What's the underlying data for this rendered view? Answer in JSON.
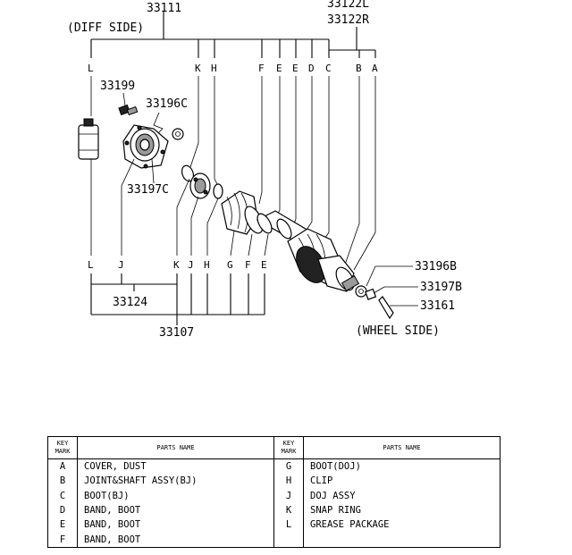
{
  "callouts": {
    "c33111": "33111",
    "diff_side": "(DIFF SIDE)",
    "c33122l": "33122L",
    "c33122r": "33122R",
    "c33199": "33199",
    "c33196c": "33196C",
    "c33197c": "33197C",
    "c33124": "33124",
    "c33107": "33107",
    "c33196b": "33196B",
    "c33197b": "33197B",
    "c33161": "33161",
    "wheel_side": "(WHEEL SIDE)"
  },
  "top_letters": [
    "L",
    "K",
    "H",
    "F",
    "E",
    "E",
    "D",
    "C",
    "B",
    "A"
  ],
  "bottom_letters": [
    "L",
    "J",
    "K",
    "J",
    "H",
    "G",
    "F",
    "E"
  ],
  "legend": {
    "key_header": "KEY\nMARK",
    "name_header": "PARTS NAME",
    "left": [
      {
        "key": "A",
        "name": "COVER, DUST"
      },
      {
        "key": "B",
        "name": "JOINT&SHAFT ASSY(BJ)"
      },
      {
        "key": "C",
        "name": "BOOT(BJ)"
      },
      {
        "key": "D",
        "name": "BAND, BOOT"
      },
      {
        "key": "E",
        "name": "BAND, BOOT"
      },
      {
        "key": "F",
        "name": "BAND, BOOT"
      }
    ],
    "right": [
      {
        "key": "G",
        "name": "BOOT(DOJ)"
      },
      {
        "key": "H",
        "name": "CLIP"
      },
      {
        "key": "J",
        "name": "DOJ ASSY"
      },
      {
        "key": "K",
        "name": "SNAP RING"
      },
      {
        "key": "L",
        "name": "GREASE PACKAGE"
      },
      {
        "key": "",
        "name": ""
      }
    ]
  }
}
